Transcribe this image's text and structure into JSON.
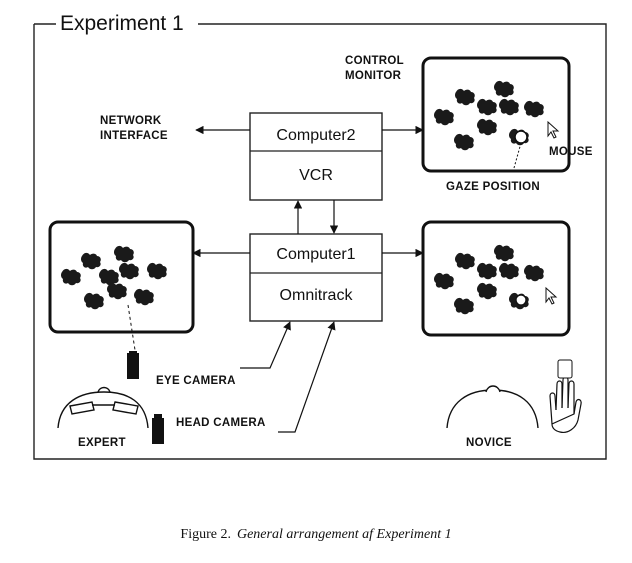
{
  "frame": {
    "title": "Experiment 1"
  },
  "boxes": {
    "computer2": "Computer2",
    "vcr": "VCR",
    "computer1": "Computer1",
    "omnitrack": "Omnitrack"
  },
  "labels": {
    "network_line1": "NETWORK",
    "network_line2": "INTERFACE",
    "control_line1": "CONTROL",
    "control_line2": "MONITOR",
    "mouse": "MOUSE",
    "gaze_position": "GAZE POSITION",
    "eye_camera": "EYE CAMERA",
    "head_camera": "HEAD CAMERA",
    "expert": "EXPERT",
    "novice": "NOVICE"
  },
  "caption": {
    "prefix": "Figure 2.",
    "text": "General arrangement af Experiment 1"
  }
}
